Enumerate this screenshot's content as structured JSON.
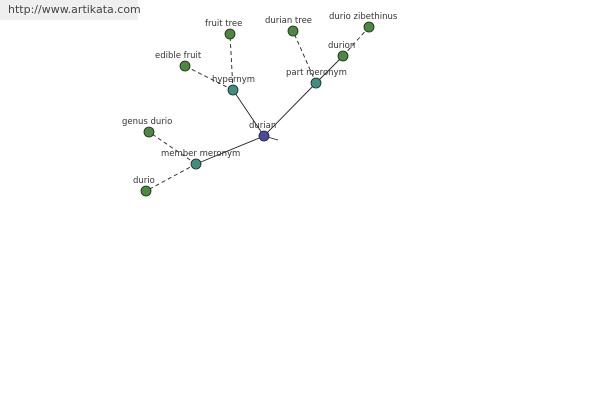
{
  "source_link": "http://www.artikata.com",
  "colors": {
    "root": "#4a4aa0",
    "relation": "#3f8f80",
    "leaf": "#4a8a3e",
    "edge": "#222222"
  },
  "diagram": {
    "root": {
      "id": "durian",
      "label": "durian"
    },
    "relations": [
      {
        "id": "hypernym",
        "label": "hypernym"
      },
      {
        "id": "part-meronym",
        "label": "part meronym"
      },
      {
        "id": "member-meronym",
        "label": "member meronym"
      }
    ],
    "leaves": [
      {
        "id": "fruit-tree",
        "label": "fruit tree",
        "parent": "hypernym"
      },
      {
        "id": "edible-fruit",
        "label": "edible fruit",
        "parent": "hypernym"
      },
      {
        "id": "durian-tree",
        "label": "durian tree",
        "parent": "part-meronym"
      },
      {
        "id": "durion",
        "label": "durion",
        "parent": "part-meronym"
      },
      {
        "id": "durio-zibethinus",
        "label": "durio zibethinus",
        "parent": "part-meronym"
      },
      {
        "id": "genus-durio",
        "label": "genus durio",
        "parent": "member-meronym"
      },
      {
        "id": "durio",
        "label": "durio",
        "parent": "member-meronym"
      }
    ]
  }
}
